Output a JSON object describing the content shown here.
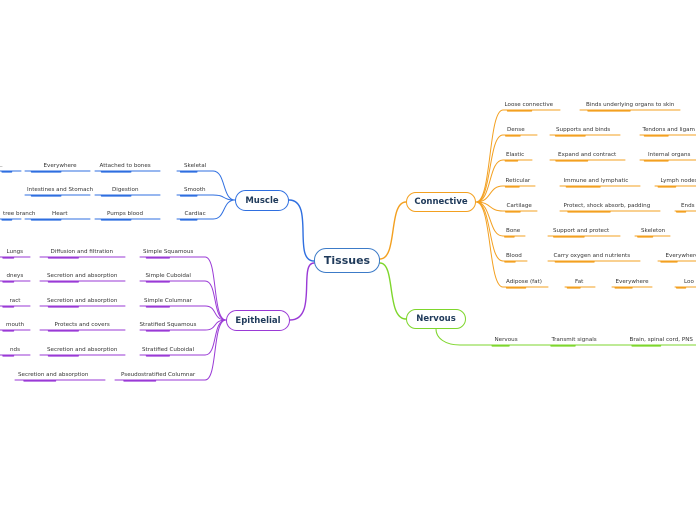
{
  "central": {
    "label": "Tissues"
  },
  "colors": {
    "central_border": "#3c7bc8",
    "muscle": "#2f6fe0",
    "epithelial": "#9a3ad6",
    "connective": "#f3a020",
    "nervous": "#7ed62c"
  },
  "branches": {
    "muscle": {
      "label": "Muscle",
      "rows": [
        [
          "Skeletal",
          "Attached to bones",
          "Everywhere",
          "..."
        ],
        [
          "Smooth",
          "Digestion",
          "Intestines and Stomach",
          ""
        ],
        [
          "Cardiac",
          "Pumps blood",
          "Heart",
          "tree branch"
        ]
      ]
    },
    "epithelial": {
      "label": "Epithelial",
      "rows": [
        [
          "Simple Squamous",
          "Diffusion and filtration",
          "Lungs"
        ],
        [
          "Simple Cuboidal",
          "Secretion and absorption",
          "dneys"
        ],
        [
          "Simple Columnar",
          "Secretion and absorption",
          "ract"
        ],
        [
          "Stratified Squamous",
          "Protects and covers",
          "mouth"
        ],
        [
          "Stratified Cuboidal",
          "Secretion and absorption",
          "nds"
        ],
        [
          "Pseudostratified Columnar",
          "Secretion and absorption"
        ]
      ]
    },
    "connective": {
      "label": "Connective",
      "rows": [
        [
          "Loose connective",
          "Binds underlying organs to skin"
        ],
        [
          "Dense",
          "Supports and binds",
          "Tendons and ligam"
        ],
        [
          "Elastic",
          "Expand and contract",
          "Internal organs"
        ],
        [
          "Reticular",
          "Immune and lymphatic",
          "Lymph nodes"
        ],
        [
          "Cartilage",
          "Protect, shock absorb, padding",
          "Ends"
        ],
        [
          "Bone",
          "Support and protect",
          "Skeleton"
        ],
        [
          "Blood",
          "Carry oxygen and nutrients",
          "Everywhere"
        ],
        [
          "Adipose (fat)",
          "Fat",
          "Everywhere",
          "Loo"
        ]
      ]
    },
    "nervous": {
      "label": "Nervous",
      "rows": [
        [
          "Nervous",
          "Transmit signals",
          "Brain, spinal cord, PNS"
        ]
      ]
    }
  }
}
